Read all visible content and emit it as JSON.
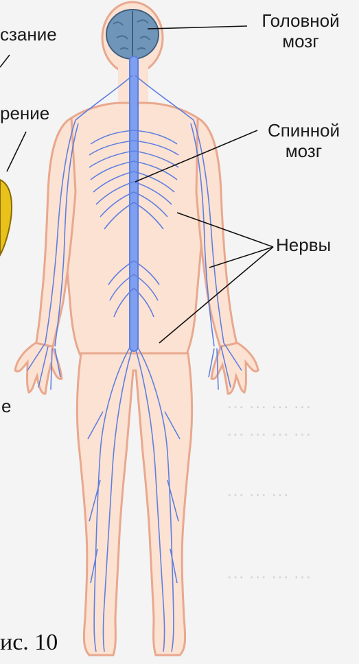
{
  "labels": {
    "brain": [
      "Головной",
      "мозг"
    ],
    "spinal_cord": [
      "Спинной",
      "мозг"
    ],
    "nerves": "Нервы",
    "left_cut_1": "сзание",
    "left_cut_2": "рение",
    "left_cut_3": "е"
  },
  "caption": "ис.  10",
  "colors": {
    "skin": "#fbe2d2",
    "skin_edge": "#e9a88e",
    "nerve": "#5f7fe0",
    "brain": "#6f95b8",
    "spinal": "#7f9ff0",
    "leader_line": "#111111",
    "yellow_fragment": "#e8c21a"
  }
}
